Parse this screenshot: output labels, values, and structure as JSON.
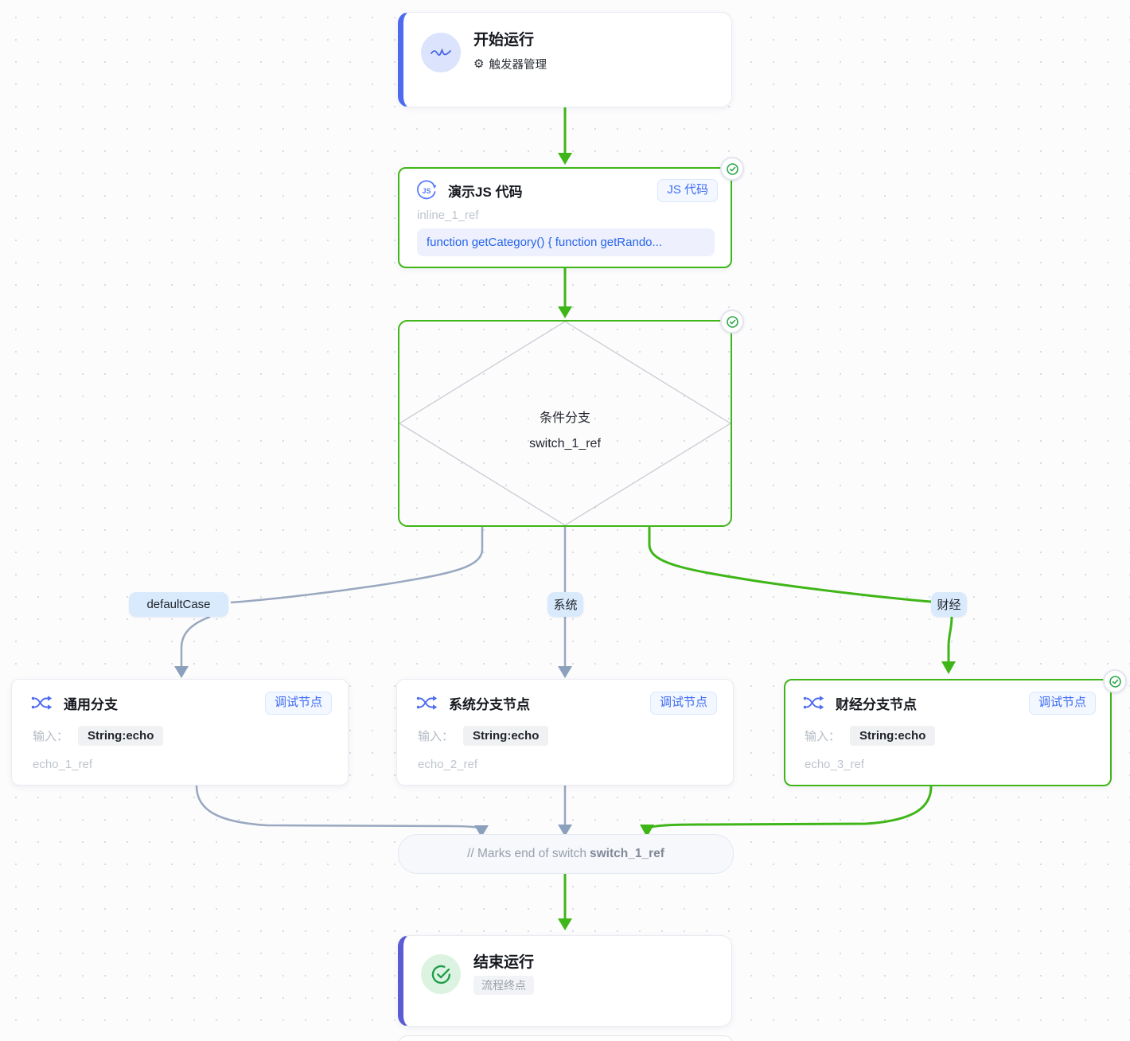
{
  "colors": {
    "edge_green": "#3fb618",
    "edge_gray": "#94a3b8",
    "accent_blue": "#4e6bf0",
    "end_accent_indigo": "#5b5bd6",
    "case_pill_bg": "#d9eafc",
    "badge_blue_text": "#3d6cf2",
    "code_text_blue": "#2563eb",
    "success_check_green": "#27a844"
  },
  "nodes": {
    "start": {
      "title": "开始运行",
      "subtitle": "触发器管理"
    },
    "js": {
      "title": "演示JS 代码",
      "badge": "JS 代码",
      "icon_text": "JS",
      "ref": "inline_1_ref",
      "code": "function getCategory() { function getRando..."
    },
    "switch": {
      "title": "条件分支",
      "ref": "switch_1_ref"
    },
    "branches": {
      "default": {
        "label": "defaultCase",
        "title": "通用分支",
        "badge": "调试节点",
        "input_label": "输入：",
        "input_value": "String:echo",
        "ref": "echo_1_ref"
      },
      "system": {
        "label": "系统",
        "title": "系统分支节点",
        "badge": "调试节点",
        "input_label": "输入：",
        "input_value": "String:echo",
        "ref": "echo_2_ref"
      },
      "finance": {
        "label": "财经",
        "title": "财经分支节点",
        "badge": "调试节点",
        "input_label": "输入：",
        "input_value": "String:echo",
        "ref": "echo_3_ref"
      }
    },
    "merge": {
      "prefix": "// Marks end of switch",
      "emphasis": "switch_1_ref"
    },
    "end": {
      "title": "结束运行",
      "chip": "流程终点"
    }
  }
}
